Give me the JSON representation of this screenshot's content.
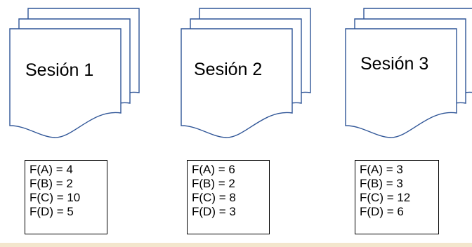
{
  "sessions": [
    {
      "title": "Sesión 1",
      "counts": [
        "F(A) = 4",
        "F(B) = 2",
        "F(C) = 10",
        "F(D) = 5"
      ]
    },
    {
      "title": "Sesión 2",
      "counts": [
        "F(A) = 6",
        "F(B) = 2",
        "F(C) = 8",
        "F(D) = 3"
      ]
    },
    {
      "title": "Sesión 3",
      "counts": [
        "F(A) = 3",
        "F(B) = 3",
        "F(C) = 12",
        "F(D) = 6"
      ]
    }
  ],
  "colors": {
    "document_stroke": "#2f5597",
    "box_border": "#000000",
    "bottom_strip": "#f3e6cd"
  }
}
